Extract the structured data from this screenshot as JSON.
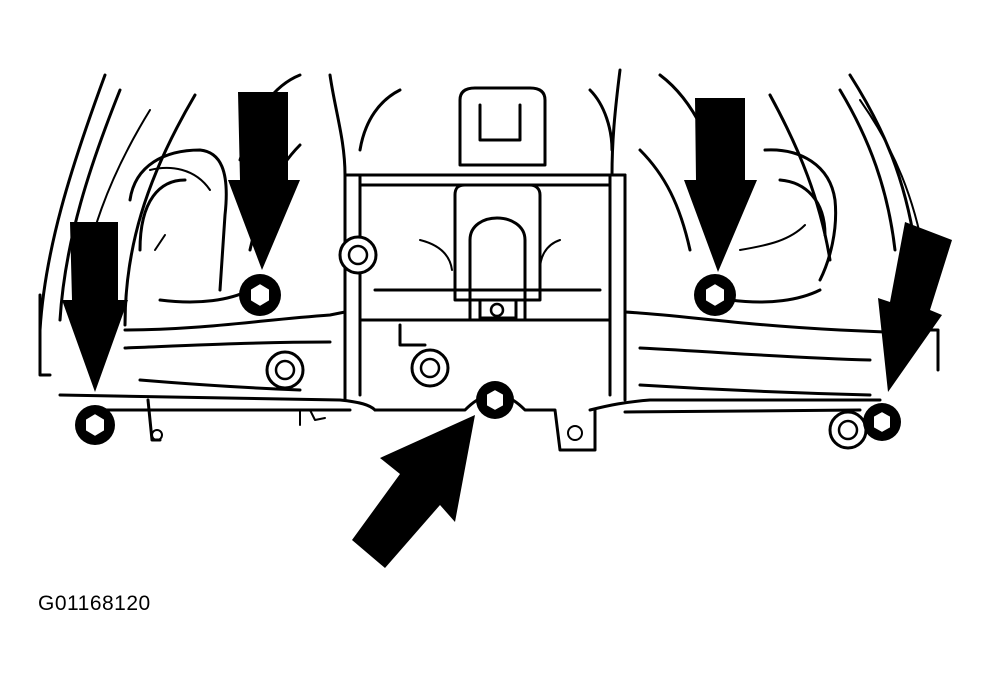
{
  "figure": {
    "code": "G01168120"
  },
  "colors": {
    "ink": "#000000",
    "paper": "#ffffff"
  },
  "callouts": [
    {
      "id": "arrow-far-left",
      "target": "nut-far-left",
      "direction": "down"
    },
    {
      "id": "arrow-left",
      "target": "nut-left",
      "direction": "down"
    },
    {
      "id": "arrow-center",
      "target": "nut-center",
      "direction": "up-right"
    },
    {
      "id": "arrow-right",
      "target": "nut-right",
      "direction": "down"
    },
    {
      "id": "arrow-far-right",
      "target": "nut-far-right",
      "direction": "down-left"
    }
  ]
}
